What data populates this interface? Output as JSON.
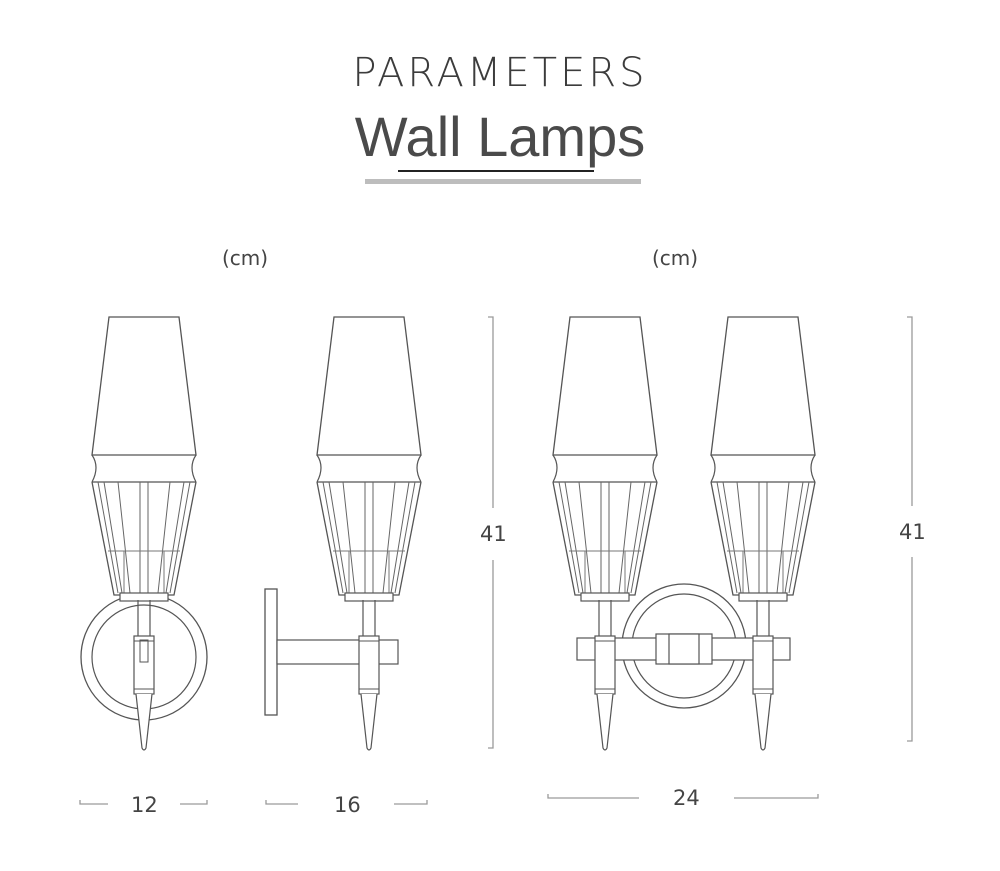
{
  "header": {
    "kicker": "PARAMETERS",
    "title": "Wall Lamps"
  },
  "units": {
    "left": "(cm)",
    "right": "(cm)"
  },
  "single_lamp": {
    "front_width": "12",
    "side_depth": "16",
    "height": "41"
  },
  "double_lamp": {
    "width": "24",
    "height": "41"
  },
  "colors": {
    "line": "#555555",
    "dim_line": "#9a9a9a",
    "underline_gray": "#bdbdbd"
  }
}
